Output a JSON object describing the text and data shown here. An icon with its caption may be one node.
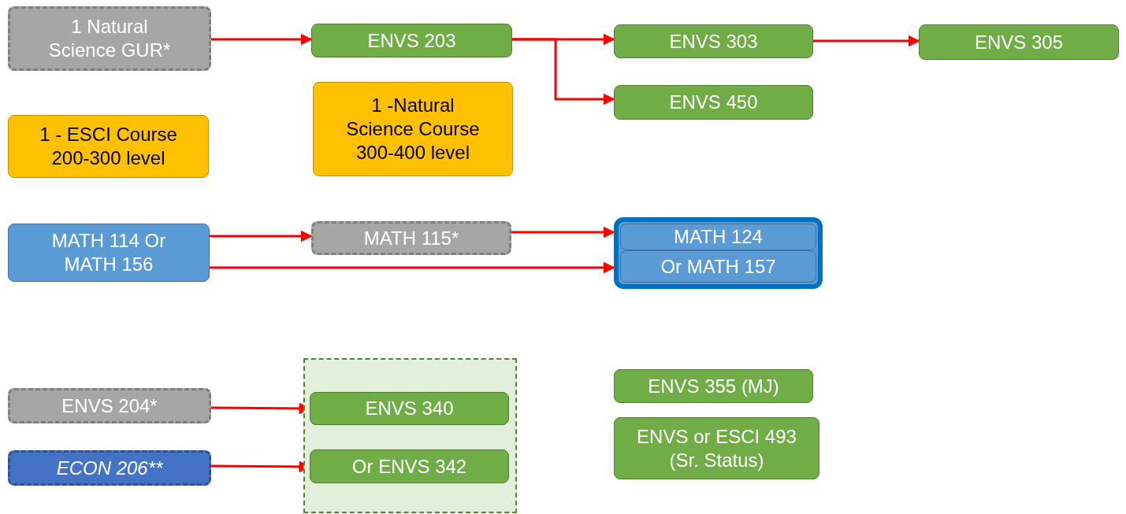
{
  "diagram": {
    "nodes": [
      {
        "text": [
          "1 Natural Science GUR*"
        ]
      },
      {
        "text": [
          "ENVS 203"
        ]
      },
      {
        "text": [
          "ENVS 303"
        ]
      },
      {
        "text": [
          "ENVS 305"
        ]
      },
      {
        "text": [
          "ENVS 450"
        ]
      },
      {
        "text": [
          "1 - ESCI Course 200-300 level"
        ]
      },
      {
        "text": [
          "1 -Natural Science Course 300-400 level"
        ]
      },
      {
        "text": [
          "MATH 114 Or MATH 156"
        ]
      },
      {
        "text": [
          "MATH 115*"
        ]
      },
      {
        "text": [],
        "shape": "box"
      },
      {
        "text": [
          "MATH 124"
        ],
        "in": 9
      },
      {
        "text": [
          "Or MATH 157"
        ],
        "in": 9
      },
      {
        "text": [
          "ENVS 204*"
        ]
      },
      {
        "text": [
          "ECON 206**"
        ]
      },
      {
        "text": [],
        "shape": "box"
      },
      {
        "text": [
          "ENVS 340"
        ],
        "in": 14
      },
      {
        "text": [
          "Or ENVS 342"
        ],
        "in": 14
      },
      {
        "text": [
          "ENVS 355 (MJ)"
        ]
      },
      {
        "text": [
          "ENVS or ESCI 493 (Sr. Status)"
        ]
      }
    ],
    "edges": [
      {
        "from": 0,
        "to": 1,
        "arrow": "to"
      },
      {
        "from": 1,
        "to": 2,
        "arrow": "to"
      },
      {
        "from": 1,
        "to": 4,
        "arrow": "to"
      },
      {
        "from": 2,
        "to": 3,
        "arrow": "to"
      },
      {
        "from": 7,
        "to": 8,
        "arrow": "to"
      },
      {
        "from": 8,
        "to": 9,
        "arrow": "to"
      },
      {
        "from": 7,
        "to": 9,
        "arrow": "to"
      },
      {
        "from": 12,
        "to": 15,
        "arrow": "to"
      },
      {
        "from": 13,
        "to": 16,
        "arrow": "to"
      }
    ]
  }
}
